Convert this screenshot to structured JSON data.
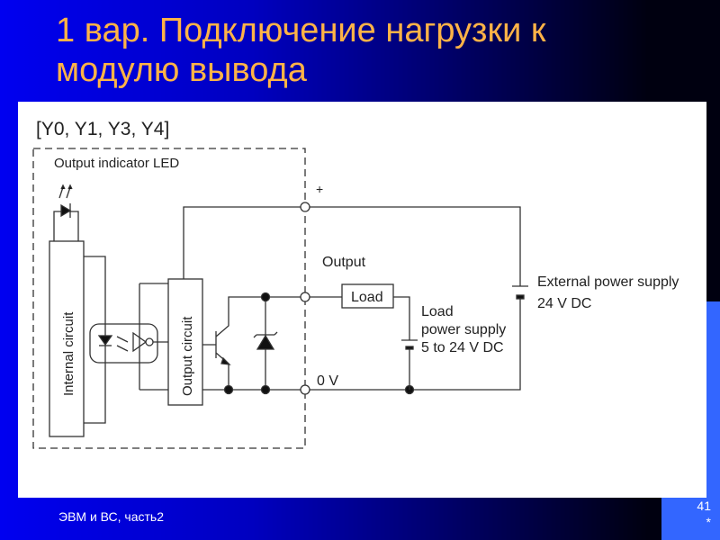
{
  "slide": {
    "title_line1": "1 вар. Подключение нагрузки к",
    "title_line2": "модулю вывода",
    "footer": "ЭВМ и ВС, часть2",
    "page_number": "41",
    "page_marker": "*"
  },
  "diagram": {
    "outputs": "[Y0, Y1, Y3, Y4]",
    "led_label": "Output indicator LED",
    "internal": "Internal circuit",
    "output_circuit": "Output circuit",
    "plus": "+",
    "output": "Output",
    "zero_v": "0 V",
    "load": "Load",
    "load_supply_1": "Load",
    "load_supply_2": "power supply",
    "load_supply_3": "5 to 24 V DC",
    "ext_supply_1": "External power supply",
    "ext_supply_2": "24 V DC"
  }
}
